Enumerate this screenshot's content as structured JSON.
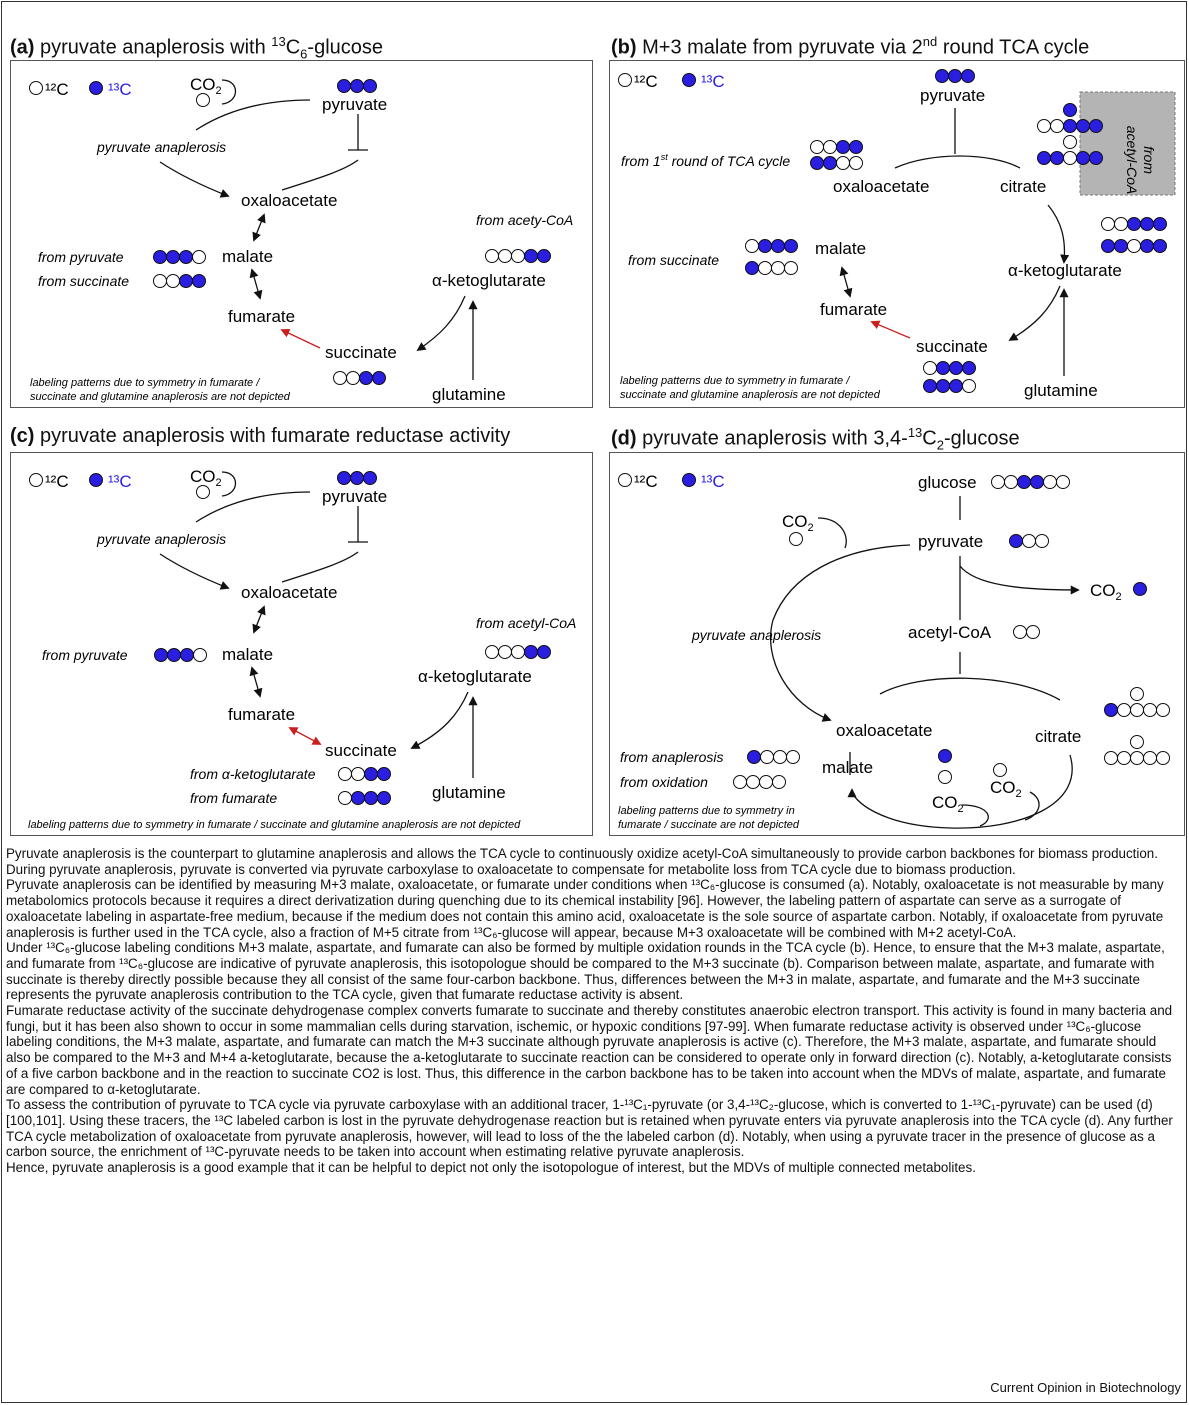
{
  "legend": {
    "c12": "○¹²C",
    "c13": "¹³C"
  },
  "panels": {
    "a": {
      "letter": "(a)",
      "title_pre": "pyruvate anaplerosis with ",
      "title_sup": "13",
      "title_mid": "C",
      "title_sub": "6",
      "title_post": "-glucose",
      "pyruvate": "pyruvate",
      "co2": "CO",
      "anaplerosis": "pyruvate anaplerosis",
      "oxaloacetate": "oxaloacetate",
      "malate": "malate",
      "fumarate": "fumarate",
      "succinate": "succinate",
      "akg": "α-ketoglutarate",
      "glutamine": "glutamine",
      "from_pyruvate": "from pyruvate",
      "from_succinate": "from succinate",
      "from_acetyl": "from acety-CoA",
      "note": [
        "labeling patterns due to symmetry in fumarate /",
        "succinate and glutamine anaplerosis are not depicted"
      ]
    },
    "b": {
      "letter": "(b)",
      "title_pre": "M+3 malate from pyruvate via 2",
      "title_sup": "nd",
      "title_post": " round TCA cycle",
      "pyruvate": "pyruvate",
      "from_first": "from 1",
      "from_first_sup": "st",
      "from_first_post": " round of TCA cycle",
      "oxaloacetate": "oxaloacetate",
      "citrate": "citrate",
      "from_acetyl": [
        "from",
        "acetyl-CoA"
      ],
      "malate": "malate",
      "from_succinate": "from succinate",
      "fumarate": "fumarate",
      "akg": "α-ketoglutarate",
      "succinate": "succinate",
      "glutamine": "glutamine",
      "note": [
        "labeling patterns due to symmetry in fumarate /",
        "succinate and glutamine anaplerosis are not depicted"
      ]
    },
    "c": {
      "letter": "(c)",
      "title": "pyruvate anaplerosis with fumarate reductase activity",
      "pyruvate": "pyruvate",
      "co2": "CO",
      "anaplerosis": "pyruvate anaplerosis",
      "oxaloacetate": "oxaloacetate",
      "malate": "malate",
      "fumarate": "fumarate",
      "succinate": "succinate",
      "akg": "α-ketoglutarate",
      "glutamine": "glutamine",
      "from_pyruvate": "from pyruvate",
      "from_acetyl": "from acetyl-CoA",
      "from_akg": "from α-ketoglutarate",
      "from_fumarate": "from fumarate",
      "note": "labeling patterns due to symmetry in fumarate / succinate and glutamine anaplerosis are not depicted"
    },
    "d": {
      "letter": "(d)",
      "title_pre": "pyruvate anaplerosis with 3,4-",
      "title_sup": "13",
      "title_mid": "C",
      "title_sub": "2",
      "title_post": "-glucose",
      "glucose": "glucose",
      "pyruvate": "pyruvate",
      "co2": "CO",
      "acetyl": "acetyl-CoA",
      "anaplerosis": "pyruvate anaplerosis",
      "oxaloacetate": "oxaloacetate",
      "citrate": "citrate",
      "malate": "malate",
      "from_anaplerosis": "from anaplerosis",
      "from_oxidation": "from oxidation",
      "note": [
        "labeling patterns due to symmetry in",
        "fumarate / succinate are not depicted"
      ]
    }
  },
  "caption": [
    "Pyruvate anaplerosis is the counterpart to glutamine anaplerosis and allows the TCA cycle to continuously oxidize acetyl-CoA simultaneously to provide carbon backbones for biomass production. During pyruvate anaplerosis, pyruvate is converted via pyruvate carboxylase to oxaloacetate to compensate for metabolite loss from TCA cycle due to biomass production.",
    "Pyruvate anaplerosis can be identified by measuring M+3 malate, oxaloacetate, or fumarate under conditions when ¹³C₆-glucose is consumed (a). Notably, oxaloacetate is not measurable by many metabolomics protocols because it requires a direct derivatization during quenching due to its chemical instability [96]. However, the labeling pattern of aspartate can serve as a surrogate of oxaloacetate labeling in aspartate-free medium, because if the medium does not contain this amino acid, oxaloacetate is the sole source of aspartate carbon. Notably, if oxaloacetate from pyruvate anaplerosis is further used in the TCA cycle, also a fraction of M+5 citrate from ¹³C₆-glucose will appear, because M+3 oxaloacetate will be combined with M+2 acetyl-CoA.",
    "Under ¹³C₆-glucose labeling conditions M+3 malate, aspartate, and fumarate can also be formed by multiple oxidation rounds in the TCA cycle (b). Hence, to ensure that the M+3 malate, aspartate, and fumarate from ¹³C₆-glucose are indicative of pyruvate anaplerosis, this isotopologue should be compared to the M+3 succinate (b). Comparison between malate, aspartate, and fumarate with succinate is thereby directly possible because they all consist of the same four-carbon backbone. Thus, differences between the M+3 in malate, aspartate, and fumarate and the M+3 succinate represents the pyruvate anaplerosis contribution to the TCA cycle, given that fumarate reductase activity is absent.",
    "Fumarate reductase activity of the succinate dehydrogenase complex converts fumarate to succinate and thereby constitutes anaerobic electron transport. This activity is found in many bacteria and fungi, but it has been also shown to occur in some mammalian cells during starvation, ischemic, or hypoxic conditions [97-99]. When fumarate reductase activity is observed under ¹³C₆-glucose labeling conditions, the M+3 malate, aspartate, and fumarate can match the M+3 succinate although pyruvate anaplerosis is active (c). Therefore, the M+3 malate, aspartate, and fumarate should also be compared to the M+3 and M+4 a-ketoglutarate, because the a-ketoglutarate to succinate reaction can be considered to operate only in forward direction (c). Notably, a-ketoglutarate consists of a five carbon backbone and in the reaction to succinate CO2 is lost. Thus, this difference in the carbon backbone has to be taken into account when the MDVs of malate, aspartate, and fumarate are compared to α-ketoglutarate.",
    "To assess the contribution of pyruvate to TCA cycle via pyruvate carboxylase with an additional tracer, 1-¹³C₁-pyruvate (or 3,4-¹³C₂-glucose, which is converted to 1-¹³C₁-pyruvate) can be used (d) [100,101]. Using these tracers, the ¹³C labeled carbon is lost in the pyruvate dehydrogenase reaction but is retained when pyruvate enters via pyruvate anaplerosis into the TCA cycle (d). Any further TCA cycle metabolization of oxaloacetate from pyruvate anaplerosis, however, will lead to loss of the the labeled carbon (d). Notably, when using a pyruvate tracer in the presence of glucose as a carbon source, the enrichment of ¹³C-pyruvate needs to be taken into account when estimating relative pyruvate anaplerosis.",
    "Hence, pyruvate anaplerosis is a good example that it can be helpful to depict not only the isotopologue of interest, but the MDVs of multiple connected metabolites."
  ],
  "journal": "Current Opinion in Biotechnology",
  "colors": {
    "c13": "#2a1ee0",
    "arrow_red": "#c8201e",
    "acetyl_box": "#b4b4b4"
  }
}
